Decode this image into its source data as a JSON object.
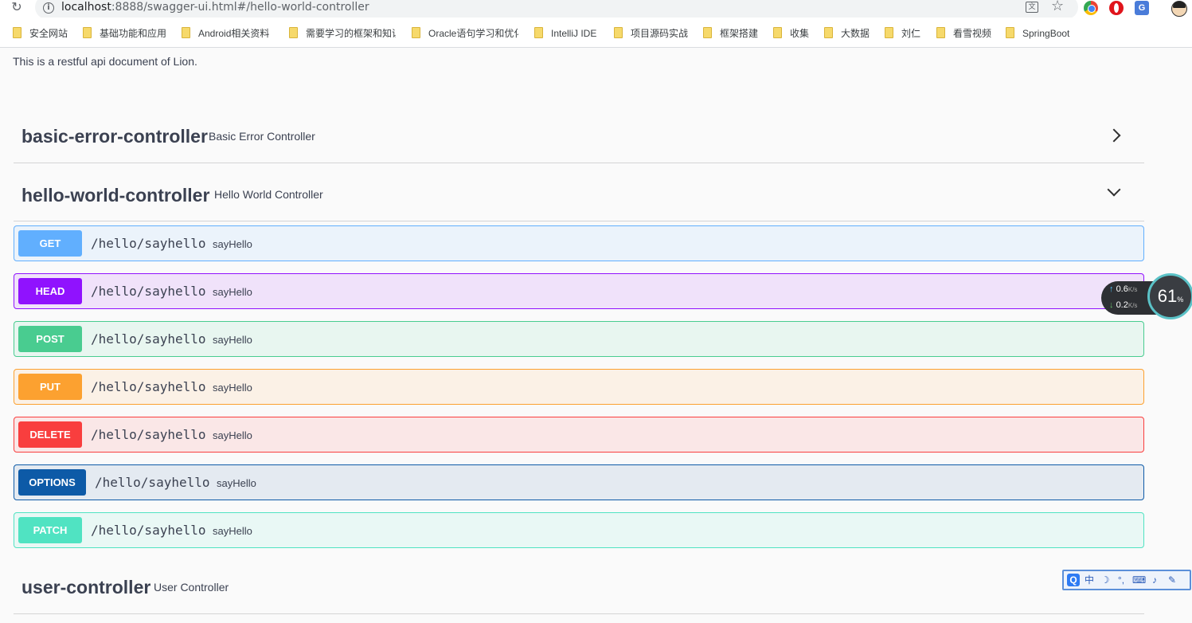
{
  "browser": {
    "url_host": "localhost",
    "url_rest": ":8888/swagger-ui.html#/hello-world-controller",
    "bookmarks": [
      "安全网站",
      "基础功能和应用",
      "Android相关资料",
      "需要学习的框架和知识",
      "Oracle语句学习和优化",
      "IntelliJ IDE",
      "项目源码实战",
      "框架搭建",
      "收集",
      "大数据",
      "刘仁",
      "看雪视频",
      "SpringBoot"
    ],
    "translate_glyph": "文",
    "ext_trans_glyph": "G"
  },
  "api": {
    "description": "This is a restful api document of Lion."
  },
  "tags": [
    {
      "name": "basic-error-controller",
      "description": "Basic Error Controller",
      "expanded": false
    },
    {
      "name": "hello-world-controller",
      "description": "Hello World Controller",
      "expanded": true
    },
    {
      "name": "user-controller",
      "description": "User Controller",
      "expanded": false
    }
  ],
  "operations": [
    {
      "method": "GET",
      "path": "/hello/sayhello",
      "summary": "sayHello",
      "color": "#61affe",
      "bg": "#ebf3fb"
    },
    {
      "method": "HEAD",
      "path": "/hello/sayhello",
      "summary": "sayHello",
      "color": "#9012fe",
      "bg": "#f0e2fa"
    },
    {
      "method": "POST",
      "path": "/hello/sayhello",
      "summary": "sayHello",
      "color": "#49cc90",
      "bg": "#e8f6f0"
    },
    {
      "method": "PUT",
      "path": "/hello/sayhello",
      "summary": "sayHello",
      "color": "#fca130",
      "bg": "#fbf1e6"
    },
    {
      "method": "DELETE",
      "path": "/hello/sayhello",
      "summary": "sayHello",
      "color": "#f93e3e",
      "bg": "#fae7e7"
    },
    {
      "method": "OPTIONS",
      "path": "/hello/sayhello",
      "summary": "sayHello",
      "color": "#0d5aa7",
      "bg": "#e4eaf1"
    },
    {
      "method": "PATCH",
      "path": "/hello/sayhello",
      "summary": "sayHello",
      "color": "#50e3c2",
      "bg": "#e9f8f5"
    }
  ],
  "netwidget": {
    "up": "0.6",
    "down": "0.2",
    "unit": "K/s",
    "percent": "61",
    "percent_sign": "%"
  },
  "ime": {
    "logo": "Q",
    "lang": "中",
    "moon": "☽",
    "punct": "°,",
    "keyboard": "⌨",
    "mic": "♪",
    "tools": "✎"
  }
}
